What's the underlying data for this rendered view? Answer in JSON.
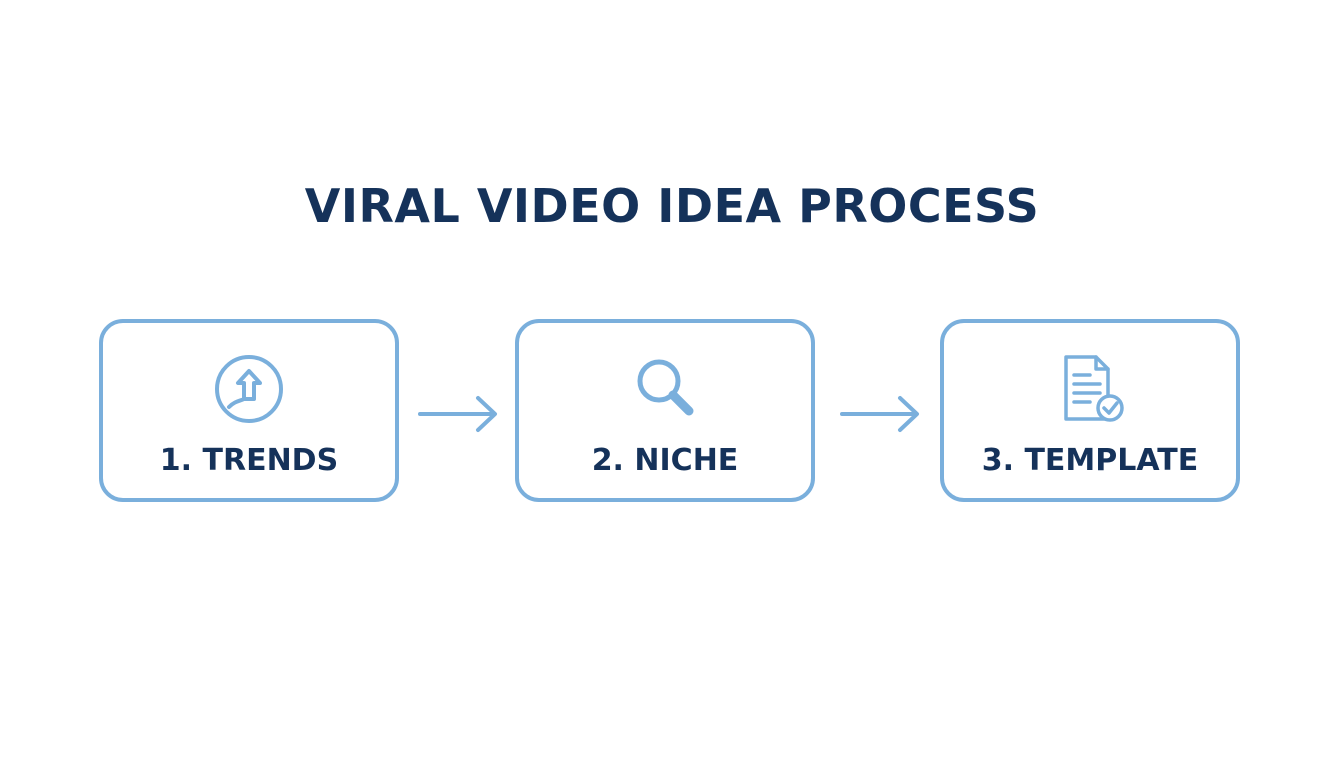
{
  "title": "VIRAL VIDEO IDEA PROCESS",
  "colors": {
    "title_text": "#15325a",
    "box_border": "#7aafdc",
    "icon_stroke": "#7aafdc",
    "label_text": "#15325a"
  },
  "steps": [
    {
      "label": "1. TRENDS",
      "icon": "trending-up-circle-icon"
    },
    {
      "label": "2. NICHE",
      "icon": "magnifying-glass-icon"
    },
    {
      "label": "3. TEMPLATE",
      "icon": "document-check-icon"
    }
  ],
  "connectors": [
    {
      "icon": "right-arrow-icon"
    },
    {
      "icon": "right-arrow-icon"
    }
  ]
}
